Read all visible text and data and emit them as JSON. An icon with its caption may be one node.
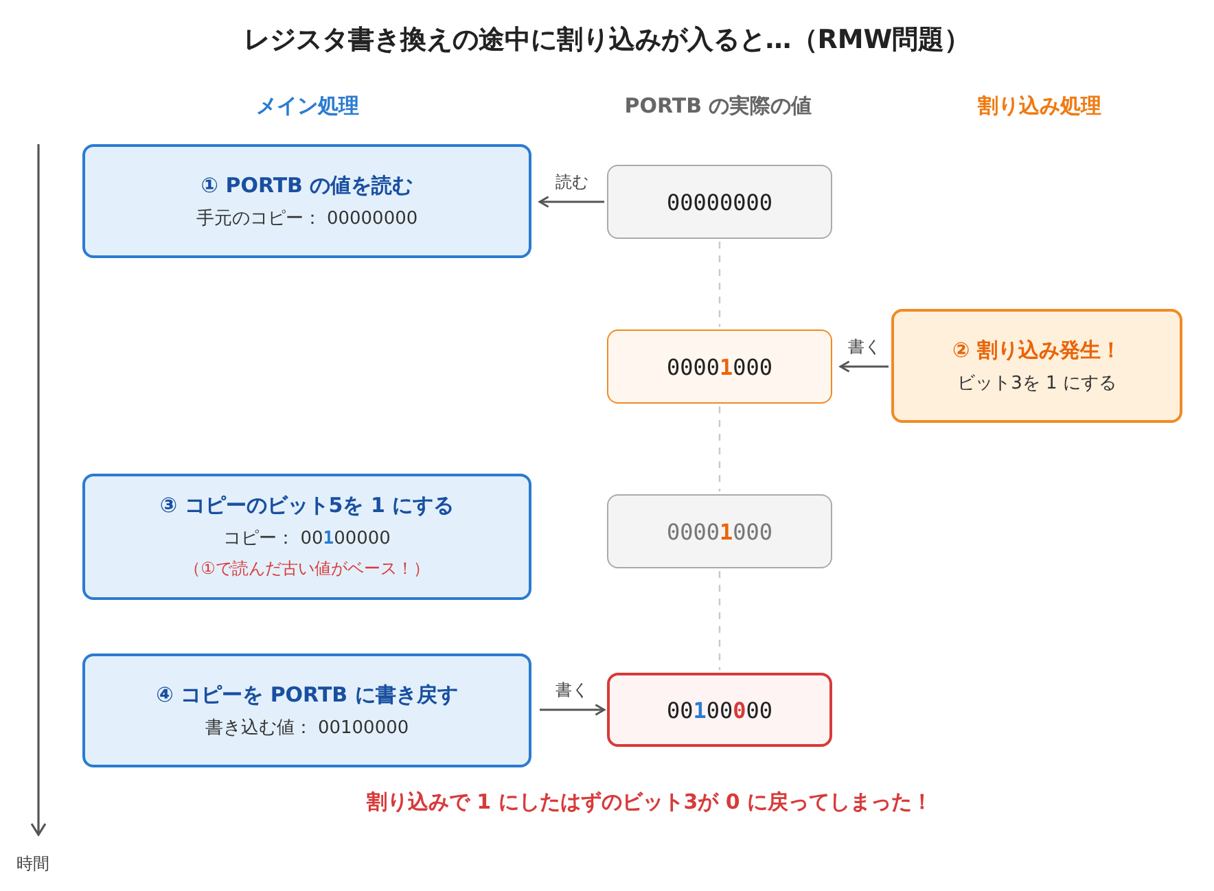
{
  "diagram": {
    "title": "レジスタ書き換えの途中に割り込みが入ると…（RMW問題）",
    "nodes": [
      {
        "text": [
          "① PORTB の値を読む",
          "手元のコピー： 00000000"
        ]
      },
      {
        "text": [
          "00000000"
        ]
      },
      {
        "text": [
          "0000**1**000"
        ]
      },
      {
        "text": [
          "② 割り込み発生！",
          "ビット3を 1 にする"
        ]
      },
      {
        "text": [
          "③ コピーのビット5を 1 にする",
          "コピー： 00**1**00000",
          "（①で読んだ古い値がベース！）"
        ]
      },
      {
        "text": [
          "0000**1**000"
        ]
      },
      {
        "text": [
          "④ コピーを PORTB に書き戻す",
          "書き込む値： 00100000"
        ]
      },
      {
        "text": [
          "00**1**00**0**00"
        ]
      }
    ],
    "edges": [
      {
        "from": 1,
        "to": 0,
        "arrow": "to",
        "label": "読む"
      },
      {
        "from": 3,
        "to": 2,
        "arrow": "to",
        "label": "書く"
      },
      {
        "from": 6,
        "to": 7,
        "arrow": "to",
        "label": "書く"
      },
      {
        "from": 1,
        "to": 2,
        "arrow": "none",
        "style": "dashed",
        "color": "#c8c8c8"
      },
      {
        "from": 2,
        "to": 5,
        "arrow": "none",
        "style": "dashed",
        "color": "#c8c8c8"
      },
      {
        "from": 5,
        "to": 7,
        "arrow": "none",
        "style": "dashed",
        "color": "#c8c8c8"
      }
    ],
    "labels": [
      "メイン処理",
      "PORTB の実際の値",
      "割り込み処理",
      "割り込みで 1 にしたはずのビット3が 0 に戻ってしまった！",
      "時間"
    ]
  }
}
